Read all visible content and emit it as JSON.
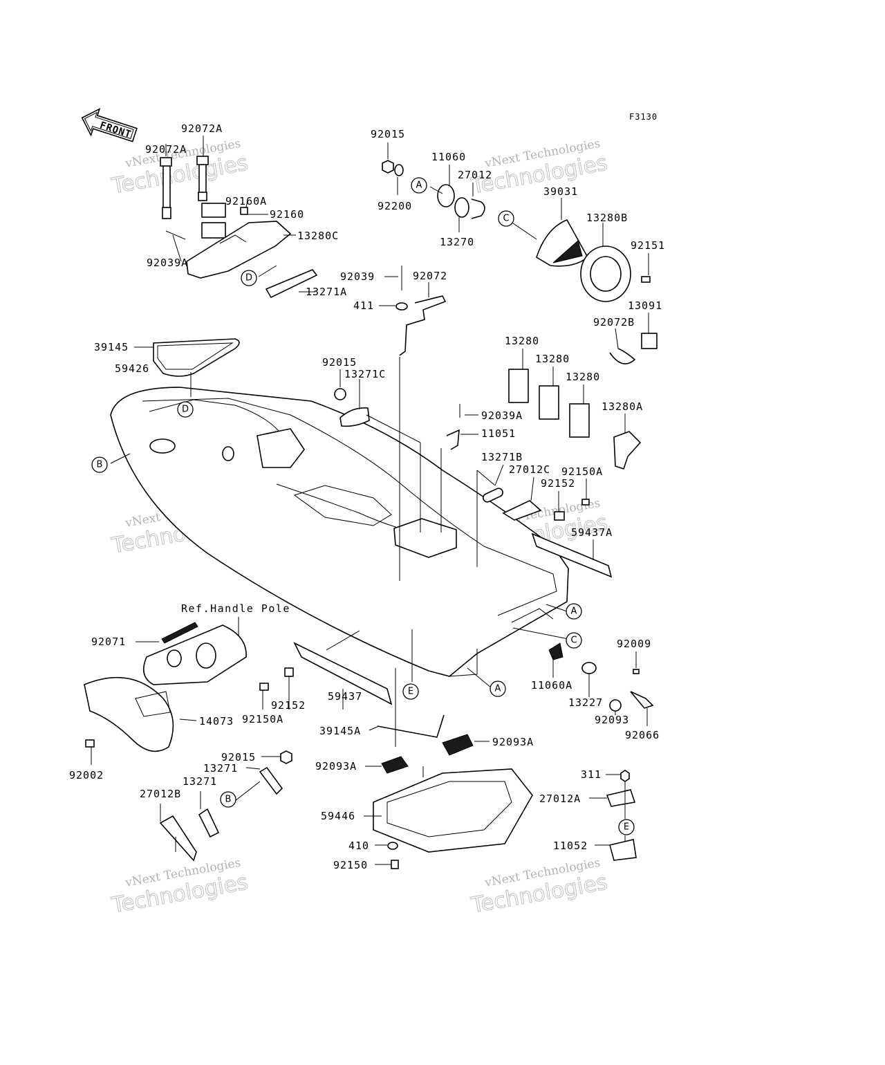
{
  "figure_code": "F3130",
  "front_label": "FRONT",
  "reference_note": "Ref.Handle Pole",
  "watermark": {
    "line1": "vNext Technologies",
    "line2": "Technologies"
  },
  "callouts": [
    "A",
    "B",
    "C",
    "D",
    "E"
  ],
  "parts": [
    "92072A",
    "92072A",
    "92160A",
    "92160",
    "13280C",
    "92039A",
    "13271A",
    "92015",
    "92200",
    "11060",
    "27012",
    "13270",
    "39031",
    "13280B",
    "92151",
    "92039",
    "92072",
    "411",
    "13091",
    "92072B",
    "39145",
    "59426",
    "92015",
    "13271C",
    "13280",
    "13280",
    "13280",
    "13280A",
    "92039A",
    "11051",
    "13271B",
    "27012C",
    "92150A",
    "92152",
    "59437A",
    "92071",
    "14073",
    "92002",
    "92150A",
    "92152",
    "59437",
    "39145A",
    "92093A",
    "92093A",
    "92015",
    "13271",
    "13271",
    "27012B",
    "59446",
    "410",
    "92150",
    "11060A",
    "13227",
    "92009",
    "92093",
    "92066",
    "311",
    "27012A",
    "11052"
  ]
}
